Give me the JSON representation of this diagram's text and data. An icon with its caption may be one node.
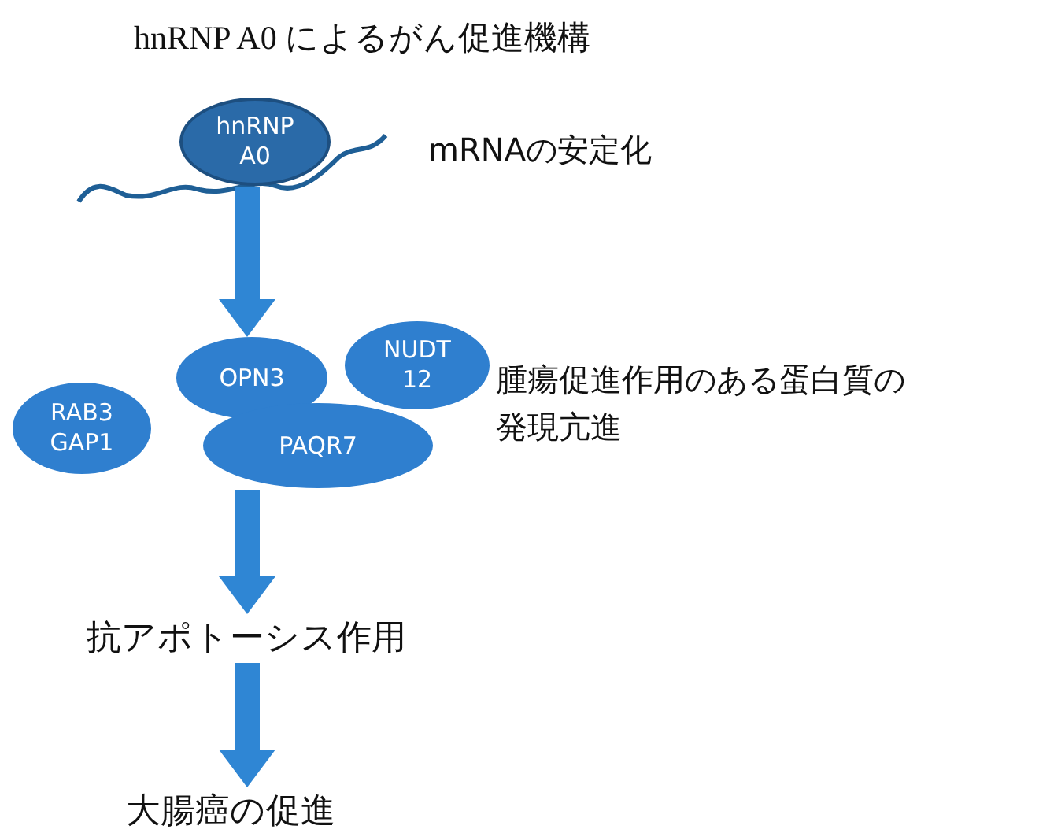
{
  "diagram": {
    "title": "hnRNP A0 によるがん促進機構",
    "nodes": [
      {
        "text": [
          "hnRNP A0"
        ]
      },
      {
        "text": [
          "OPN3"
        ]
      },
      {
        "text": [
          "NUDT 12"
        ]
      },
      {
        "text": [
          "RAB3 GAP1"
        ]
      },
      {
        "text": [
          "PAQR7"
        ]
      },
      {
        "text": [
          "抗アポトーシス作用"
        ]
      },
      {
        "text": [
          "大腸癌の促進"
        ]
      }
    ],
    "edges": [
      {
        "from": 0,
        "to": 1,
        "arrow": "to"
      },
      {
        "from": 4,
        "to": 5,
        "arrow": "to"
      },
      {
        "from": 5,
        "to": 6,
        "arrow": "to"
      }
    ],
    "labels": [
      "mRNAの安定化",
      "腫瘍促進作用のある蛋白質の発現亢進"
    ]
  }
}
